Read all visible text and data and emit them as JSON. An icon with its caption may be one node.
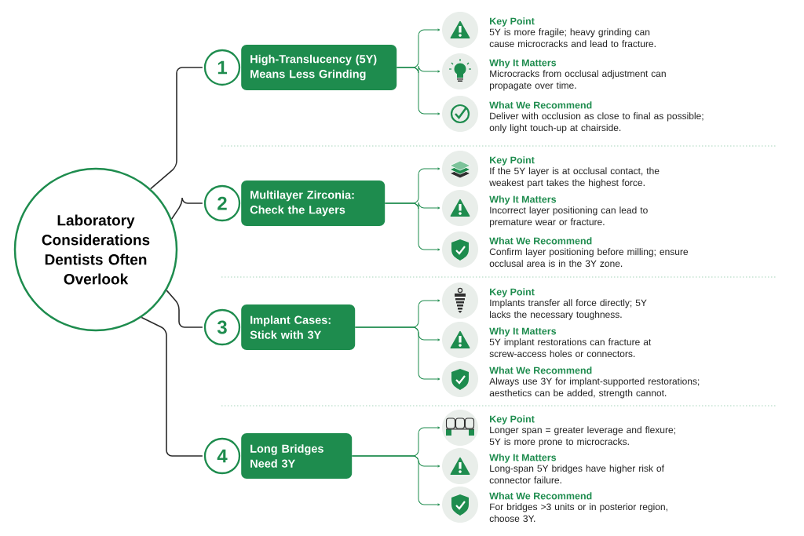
{
  "diagram": {
    "nodes": [
      {
        "text": [
          "Laboratory Considerations Dentists Often Overlook"
        ]
      },
      {
        "text": [
          "1"
        ]
      },
      {
        "text": [
          "High-Translucency (5Y) Means Less Grinding"
        ]
      },
      {
        "text": [],
        "shape": "circle",
        "beside": [
          "Key Point",
          "5Y is more fragile; heavy grinding can cause microcracks and lead to fracture."
        ]
      },
      {
        "text": [],
        "shape": "circle",
        "beside": [
          "Why It Matters",
          "Microcracks from occlusal adjustment can propagate over time."
        ]
      },
      {
        "text": [],
        "shape": "circle",
        "beside": [
          "What We Recommend",
          "Deliver with occlusion as close to final as possible; only light touch-up at chairside."
        ]
      },
      {
        "text": [
          "2"
        ]
      },
      {
        "text": [
          "Multilayer Zirconia: Check the Layers"
        ]
      },
      {
        "text": [],
        "shape": "circle",
        "beside": [
          "Key Point",
          "If the 5Y layer is at occlusal contact, the weakest part takes the highest force."
        ]
      },
      {
        "text": [],
        "shape": "circle",
        "beside": [
          "Why It Matters",
          "Incorrect layer positioning can lead to premature wear or fracture."
        ]
      },
      {
        "text": [],
        "shape": "circle",
        "beside": [
          "What We Recommend",
          "Confirm layer positioning before milling; ensure occlusal area is in the 3Y zone."
        ]
      },
      {
        "text": [
          "3"
        ]
      },
      {
        "text": [
          "Implant Cases: Stick with 3Y"
        ]
      },
      {
        "text": [],
        "shape": "circle",
        "beside": [
          "Key Point",
          "Implants transfer all force directly; 5Y lacks the necessary toughness."
        ]
      },
      {
        "text": [],
        "shape": "circle",
        "beside": [
          "Why It Matters",
          "5Y implant restorations can fracture at screw-access holes or connectors."
        ]
      },
      {
        "text": [],
        "shape": "circle",
        "beside": [
          "What We Recommend",
          "Always use 3Y for implant-supported restorations; aesthetics can be added, strength cannot."
        ]
      },
      {
        "text": [
          "4"
        ]
      },
      {
        "text": [
          "Long Bridges Need 3Y"
        ]
      },
      {
        "text": [],
        "shape": "circle",
        "beside": [
          "Key Point",
          "Longer span = greater leverage and flexure; 5Y is more prone to microcracks."
        ]
      },
      {
        "text": [],
        "shape": "circle",
        "beside": [
          "Why It Matters",
          "Long-span 5Y bridges have higher risk of connector failure."
        ]
      },
      {
        "text": [],
        "shape": "circle",
        "beside": [
          "What We Recommend",
          "For bridges >3 units or in posterior region, choose 3Y."
        ]
      }
    ],
    "edges": [
      {
        "from": 0,
        "to": 1,
        "arrow": "none",
        "color": "#2b2b2b"
      },
      {
        "from": 2,
        "to": 3,
        "arrow": "to"
      },
      {
        "from": 2,
        "to": 4,
        "arrow": "to"
      },
      {
        "from": 2,
        "to": 5,
        "arrow": "to"
      },
      {
        "from": 0,
        "to": 6,
        "arrow": "none",
        "color": "#2b2b2b"
      },
      {
        "from": 7,
        "to": 8,
        "arrow": "to"
      },
      {
        "from": 7,
        "to": 9,
        "arrow": "to"
      },
      {
        "from": 7,
        "to": 10,
        "arrow": "to"
      },
      {
        "from": 0,
        "to": 11,
        "arrow": "none",
        "color": "#2b2b2b"
      },
      {
        "from": 12,
        "to": 13,
        "arrow": "to"
      },
      {
        "from": 12,
        "to": 14,
        "arrow": "to"
      },
      {
        "from": 12,
        "to": 15,
        "arrow": "to"
      },
      {
        "from": 0,
        "to": 16,
        "arrow": "none",
        "color": "#2b2b2b"
      },
      {
        "from": 17,
        "to": 18,
        "arrow": "to"
      },
      {
        "from": 17,
        "to": 19,
        "arrow": "to"
      },
      {
        "from": 17,
        "to": 20,
        "arrow": "to"
      }
    ]
  }
}
